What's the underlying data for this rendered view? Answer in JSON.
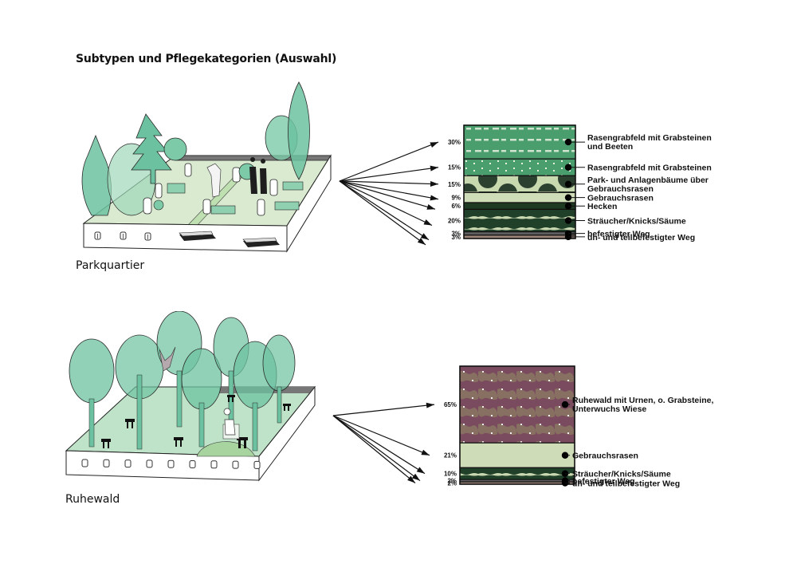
{
  "title": "Subtypen und Pflegekategorien (Auswahl)",
  "colors": {
    "grass_light": "#d9ead0",
    "tree_green": "#6cc2a0",
    "outline": "#1a1a1a",
    "grabfeld": "#4a9e6e",
    "park_bg": "#c8d9b0",
    "park_dots": "#2c4030",
    "gebrauchsrasen": "#cfdcb8",
    "hecken": "#1f3a22",
    "straeucher": "#21402a",
    "befestigt": "#5e5e60",
    "unbefestigt": "#9a8478",
    "ruhewald": "#7a4a5e"
  },
  "panels": [
    {
      "id": "parkquartier",
      "caption": "Parkquartier",
      "chart_data": {
        "type": "bar",
        "stacked": true,
        "orientation": "vertical-stack",
        "title": "Parkquartier",
        "categories": [
          "Rasengrabfeld mit Grabsteinen und Beeten",
          "Rasengrabfeld mit Grabsteinen",
          "Park- und Anlagenbäume über Gebrauchsrasen",
          "Gebrauchsrasen",
          "Hecken",
          "Sträucher/Knicks/Säume",
          "befestigter Weg",
          "un- und teilbefestigter Weg"
        ],
        "values": [
          30,
          15,
          15,
          9,
          6,
          20,
          3,
          3
        ],
        "value_labels": [
          "30%",
          "15%",
          "15%",
          "9%",
          "6%",
          "20%",
          "3%",
          "3%"
        ],
        "label_lines": [
          [
            "Rasengrabfeld mit Grabsteinen",
            "und Beeten"
          ],
          [
            "Rasengrabfeld mit Grabsteinen"
          ],
          [
            "Park- und Anlagenbäume über",
            "Gebrauchsrasen"
          ],
          [
            "Gebrauchsrasen"
          ],
          [
            "Hecken"
          ],
          [
            "Sträucher/Knicks/Säume"
          ],
          [
            "befestigter Weg"
          ],
          [
            "un- und teilbefestigter Weg"
          ]
        ],
        "patterns": [
          "grabfeld-beete",
          "grabfeld",
          "parkbaeume",
          "gebrauchsrasen",
          "hecken",
          "straeucher",
          "befestigt",
          "unbefestigt"
        ],
        "unit": "%"
      }
    },
    {
      "id": "ruhewald",
      "caption": "Ruhewald",
      "chart_data": {
        "type": "bar",
        "stacked": true,
        "orientation": "vertical-stack",
        "title": "Ruhewald",
        "categories": [
          "Ruhewald mit Urnen, o. Grabsteine, Unterwuchs Wiese",
          "Gebrauchsrasen",
          "Sträucher/Knicks/Säume",
          "befestigter Weg",
          "un- und teilbefestigter Weg"
        ],
        "values": [
          65,
          21,
          10,
          2,
          2
        ],
        "value_labels": [
          "65%",
          "21%",
          "10%",
          "2%",
          "2%"
        ],
        "label_lines": [
          [
            "Ruhewald mit Urnen, o. Grabsteine,",
            "Unterwuchs Wiese"
          ],
          [
            "Gebrauchsrasen"
          ],
          [
            "Sträucher/Knicks/Säume"
          ],
          [
            "befestigter Weg"
          ],
          [
            "un- und teilbefestigter Weg"
          ]
        ],
        "patterns": [
          "ruhewald",
          "gebrauchsrasen",
          "straeucher",
          "befestigt",
          "unbefestigt"
        ],
        "unit": "%"
      }
    }
  ]
}
